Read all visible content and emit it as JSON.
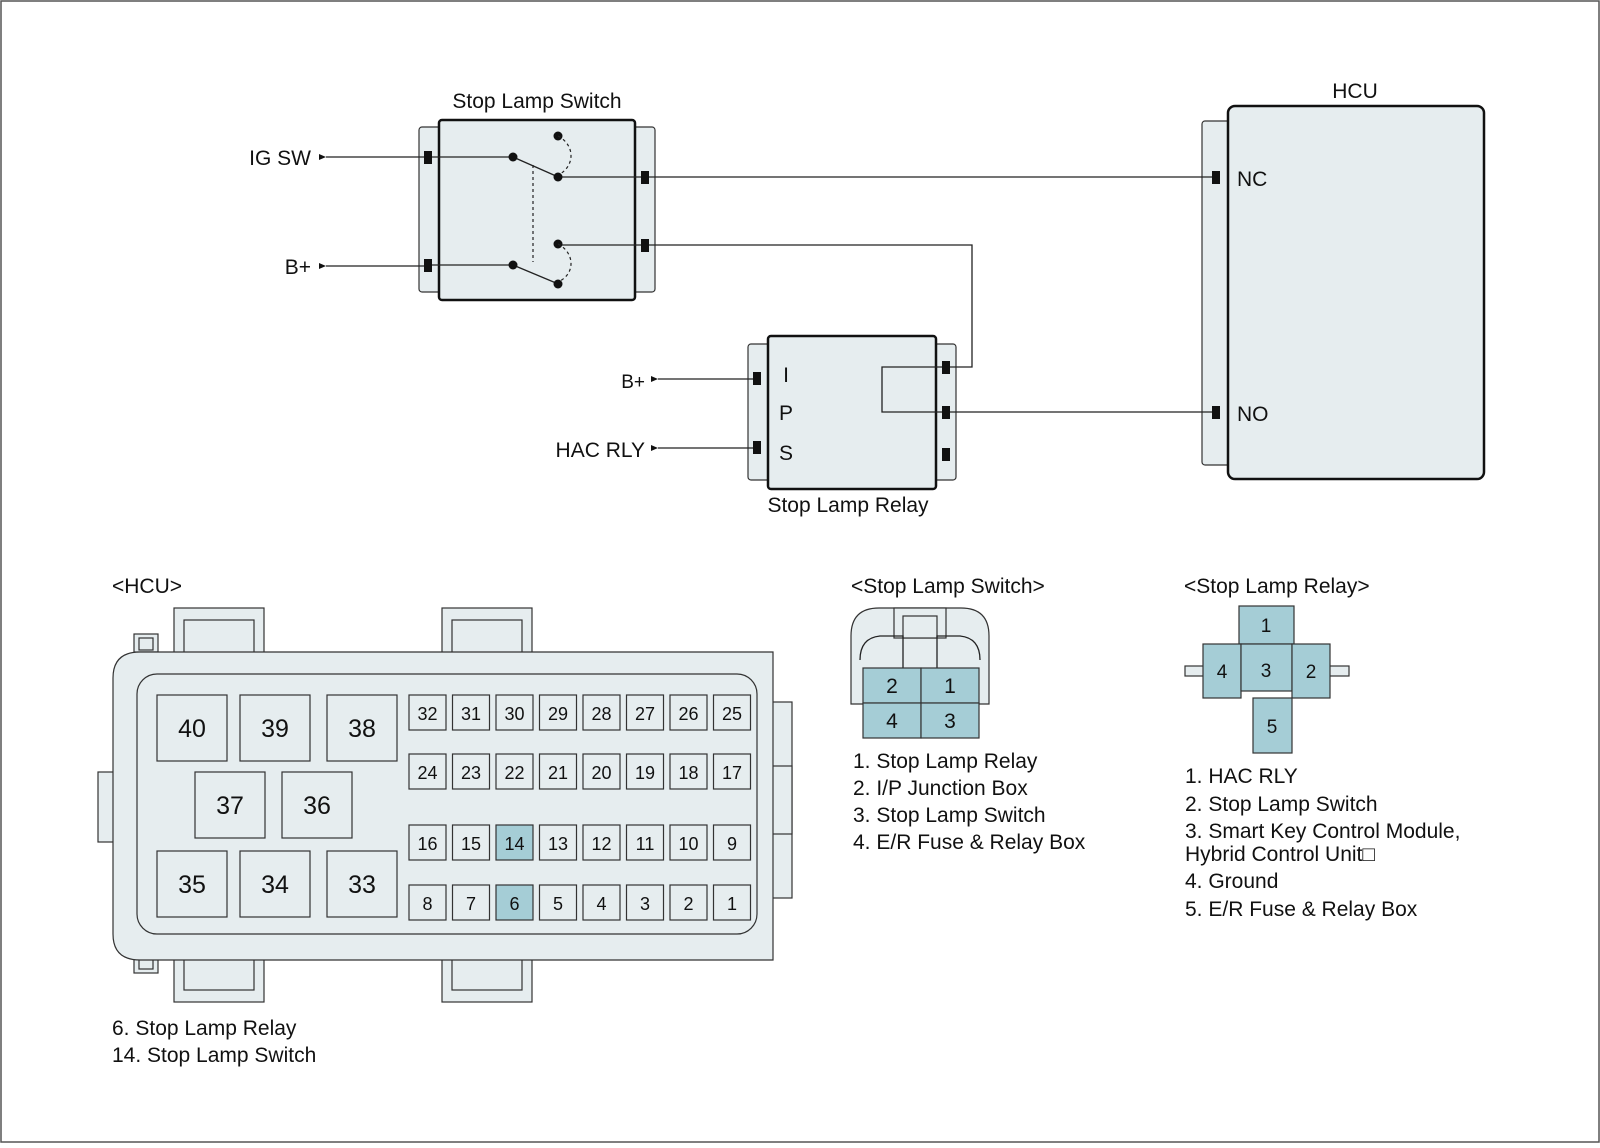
{
  "schematic": {
    "stop_lamp_switch": {
      "title": "Stop Lamp Switch",
      "inputs": [
        "IG SW",
        "B+"
      ]
    },
    "hcu": {
      "title": "HCU",
      "terminals": [
        "NC",
        "NO"
      ]
    },
    "stop_lamp_relay": {
      "title": "Stop Lamp Relay",
      "terminal_letters": [
        "I",
        "P",
        "S"
      ],
      "inputs": [
        "B+",
        "HAC RLY"
      ]
    }
  },
  "connectors": {
    "hcu": {
      "title": "<HCU>",
      "large_pins": [
        "40",
        "39",
        "38",
        "37",
        "36",
        "35",
        "34",
        "33"
      ],
      "small_pins": [
        [
          "32",
          "31",
          "30",
          "29",
          "28",
          "27",
          "26",
          "25"
        ],
        [
          "24",
          "23",
          "22",
          "21",
          "20",
          "19",
          "18",
          "17"
        ],
        [
          "16",
          "15",
          "14",
          "13",
          "12",
          "11",
          "10",
          "9"
        ],
        [
          "8",
          "7",
          "6",
          "5",
          "4",
          "3",
          "2",
          "1"
        ]
      ],
      "highlighted_pins": [
        "14",
        "6"
      ],
      "legend": [
        "6. Stop Lamp Relay",
        "14. Stop Lamp Switch"
      ]
    },
    "stop_lamp_switch": {
      "title": "<Stop Lamp Switch>",
      "pins": [
        "2",
        "1",
        "4",
        "3"
      ],
      "legend": [
        "1. Stop Lamp Relay",
        "2. I/P Junction Box",
        "3. Stop Lamp Switch",
        "4. E/R Fuse & Relay Box"
      ]
    },
    "stop_lamp_relay": {
      "title": "<Stop Lamp Relay>",
      "pins": [
        "1",
        "4",
        "3",
        "2",
        "5"
      ],
      "legend": [
        "1. HAC RLY",
        "2. Stop Lamp Switch",
        "3. Smart Key Control Module,",
        "Hybrid Control Unit□",
        "4. Ground",
        "5. E/R Fuse & Relay Box"
      ]
    }
  },
  "colors": {
    "pin_highlight": "#a5cdd6",
    "housing_fill": "#e6edef",
    "line": "#111111"
  }
}
